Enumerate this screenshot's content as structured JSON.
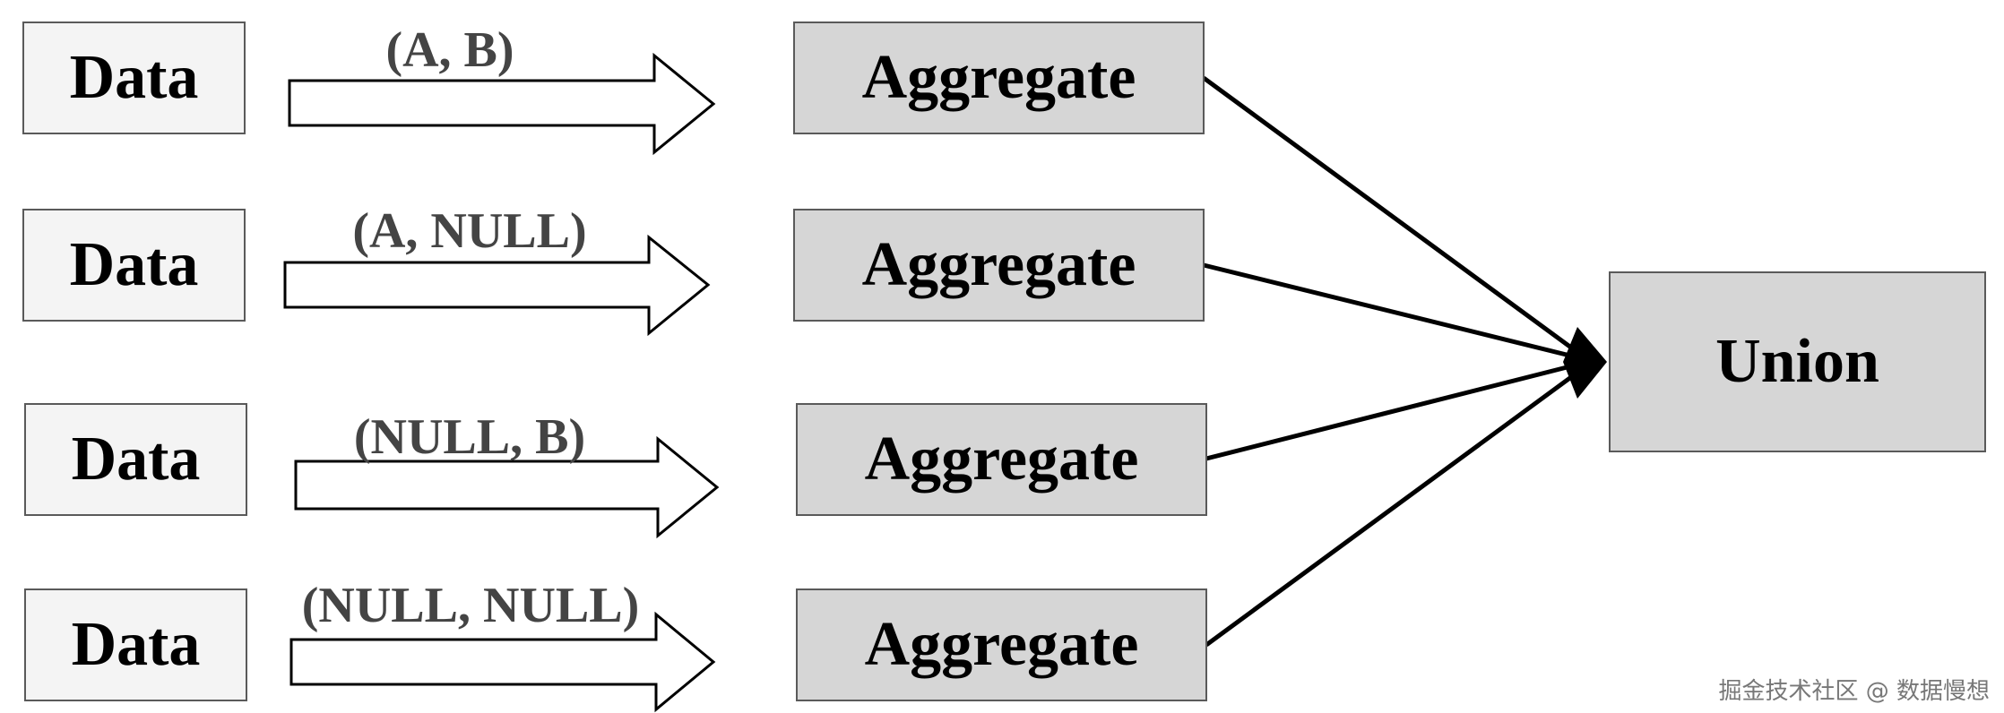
{
  "rows": [
    {
      "data_label": "Data",
      "grouping_label": "(A, B)",
      "aggregate_label": "Aggregate"
    },
    {
      "data_label": "Data",
      "grouping_label": "(A, NULL)",
      "aggregate_label": "Aggregate"
    },
    {
      "data_label": "Data",
      "grouping_label": "(NULL, B)",
      "aggregate_label": "Aggregate"
    },
    {
      "data_label": "Data",
      "grouping_label": "(NULL, NULL)",
      "aggregate_label": "Aggregate"
    }
  ],
  "union": {
    "label": "Union"
  },
  "watermark": "掘金技术社区 @ 数据慢想"
}
